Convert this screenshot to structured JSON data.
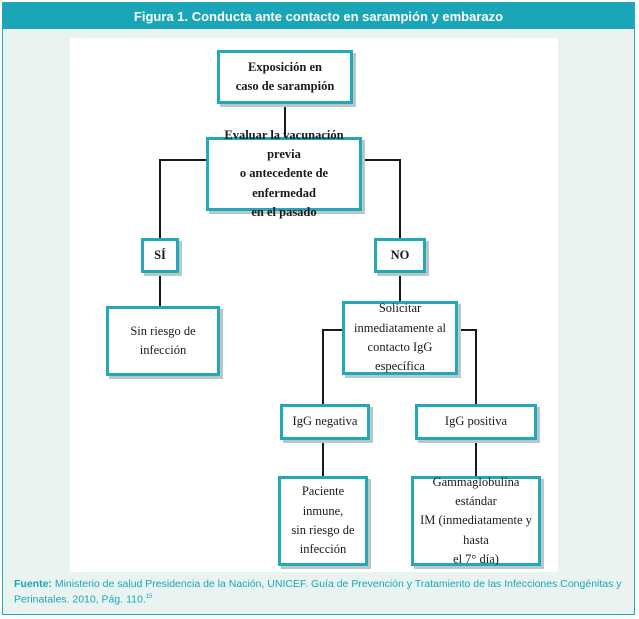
{
  "figure": {
    "title": "Figura 1. Conducta ante contacto en sarampión y embarazo"
  },
  "nodes": {
    "exposicion": "Exposición en\ncaso de sarampión",
    "evaluar": "Evaluar la vacunación previa\no antecedente de enfermedad\nen el pasado",
    "si": "SÍ",
    "no": "NO",
    "sin_riesgo": "Sin riesgo de\ninfección",
    "solicitar": "Solicitar\ninmediatamente al\ncontacto IgG específica",
    "igg_negativa": "IgG negativa",
    "igg_positiva": "IgG positiva",
    "paciente_inmune": "Paciente\ninmune,\nsin riesgo de\ninfección",
    "gammaglobulina": "Gammaglobulina estándar\nIM (inmediatamente y hasta\nel 7° día)"
  },
  "source": {
    "label": "Fuente:",
    "text": " Ministerio de salud Presidencia de la Nación, UNICEF. Guía de Prevención y Tratamiento de las Infecciones Congénitas y Perinatales. 2010, Pág. 110.",
    "ref": "15"
  },
  "colors": {
    "accent": "#1aa6b7",
    "background": "#e9f3f0",
    "connector": "#1a1a1a"
  }
}
